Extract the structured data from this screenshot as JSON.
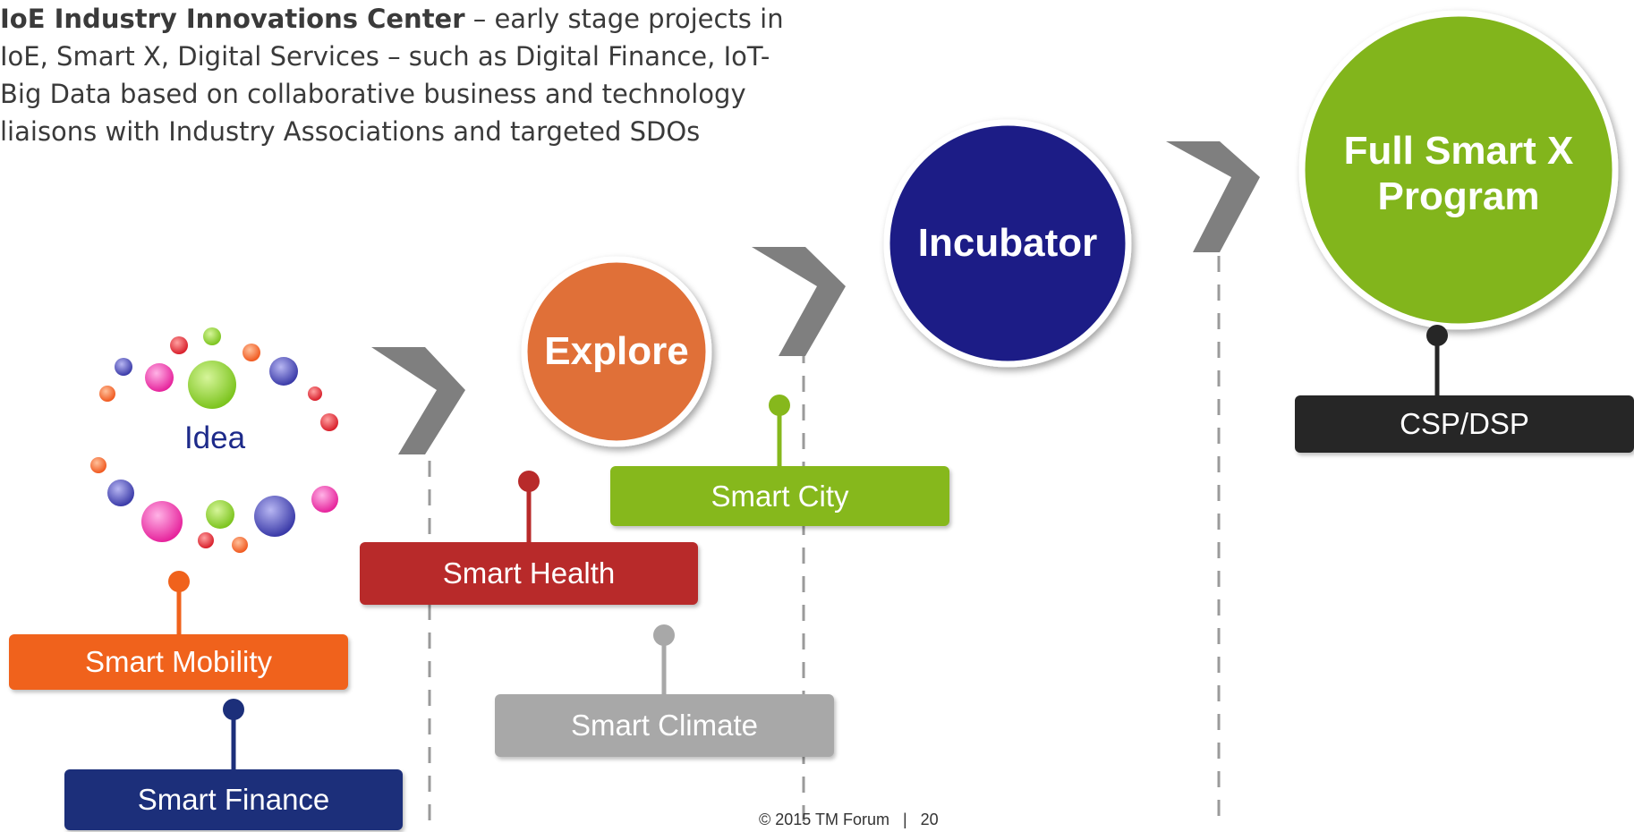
{
  "intro": {
    "bold": "IoE  Industry Innovations Center",
    "rest": " – early stage projects in IoE, Smart X, Digital Services – such as Digital Finance, IoT-Big Data based on collaborative business and technology liaisons with Industry Associations and targeted SDOs"
  },
  "stages": {
    "idea": "Idea",
    "explore": "Explore",
    "incubator": "Incubator",
    "full_line1": "Full Smart X",
    "full_line2": "Program"
  },
  "tags": {
    "smart_mobility": "Smart Mobility",
    "smart_finance": "Smart Finance",
    "smart_health": "Smart Health",
    "smart_climate": "Smart Climate",
    "smart_city": "Smart City",
    "csp_dsp": "CSP/DSP"
  },
  "colors": {
    "explore": "#e07039",
    "incubator": "#1b1f86",
    "full": "#82b51c",
    "mobility": "#f0621c",
    "finance": "#1c2f7a",
    "health": "#b82a2a",
    "climate": "#a8a8a8",
    "city": "#86b81c",
    "csp": "#262626",
    "chevron": "#7f7f7f"
  },
  "footer": "© 2015 TM Forum   |   20"
}
